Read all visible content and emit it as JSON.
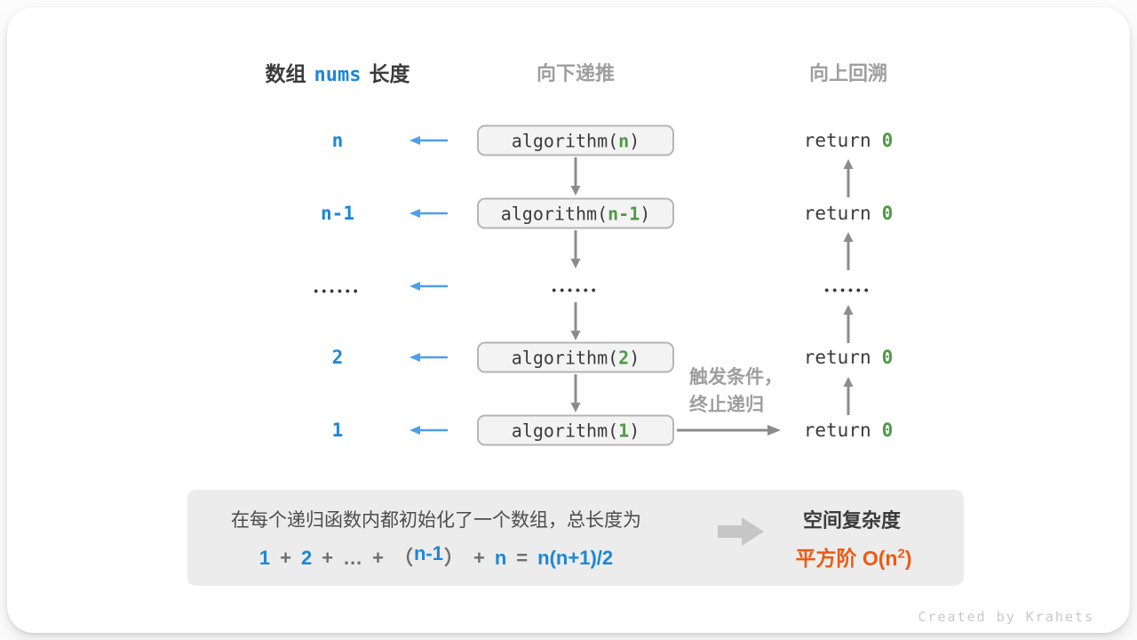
{
  "colors": {
    "accent_blue": "#1b87d9",
    "arrow_blue": "#4d9fe8",
    "code_green": "#4e9a47",
    "result_orange": "#eb5a13",
    "arrow_gray": "#8c8c8c",
    "heading_gray": "#9e9e9e",
    "text_dark": "#3b3b3b",
    "call_box_bg": "#f3f3f3",
    "call_box_border": "#b5b5b5",
    "panel_bg": "#ececec"
  },
  "headers": {
    "array_label_prefix": "数组",
    "array_code": "nums",
    "array_label_suffix": "长度",
    "recurse_down": "向下递推",
    "backtrack_up": "向上回溯"
  },
  "rows": [
    {
      "length": "n",
      "call_prefix": "algorithm(",
      "call_arg": "n",
      "call_suffix": ")",
      "return_keyword": "return",
      "return_value": "0"
    },
    {
      "length": "n-1",
      "call_prefix": "algorithm(",
      "call_arg": "n-1",
      "call_suffix": ")",
      "return_keyword": "return",
      "return_value": "0"
    },
    {
      "ellipsis": "••••••"
    },
    {
      "length": "2",
      "call_prefix": "algorithm(",
      "call_arg": "2",
      "call_suffix": ")",
      "return_keyword": "return",
      "return_value": "0"
    },
    {
      "length": "1",
      "call_prefix": "algorithm(",
      "call_arg": "1",
      "call_suffix": ")",
      "return_keyword": "return",
      "return_value": "0"
    }
  ],
  "trigger_note": {
    "line1": "触发条件，",
    "line2": "终止递归"
  },
  "summary": {
    "description": "在每个递归函数内都初始化了一个数组，总长度为",
    "formula": {
      "t1": "1",
      "op1": "+",
      "t2": "2",
      "op2": "+",
      "ellipsis": "…",
      "op3": "+",
      "paren_open": "（",
      "t3": "n-1",
      "paren_close": "）",
      "op4": "+",
      "t4": "n",
      "eq": "=",
      "result": "n(n+1)/2"
    },
    "space_label": "空间复杂度",
    "space_value_prefix": "平方阶 O(n",
    "space_value_sup": "2",
    "space_value_suffix": ")"
  },
  "footer": "Created by Krahets"
}
